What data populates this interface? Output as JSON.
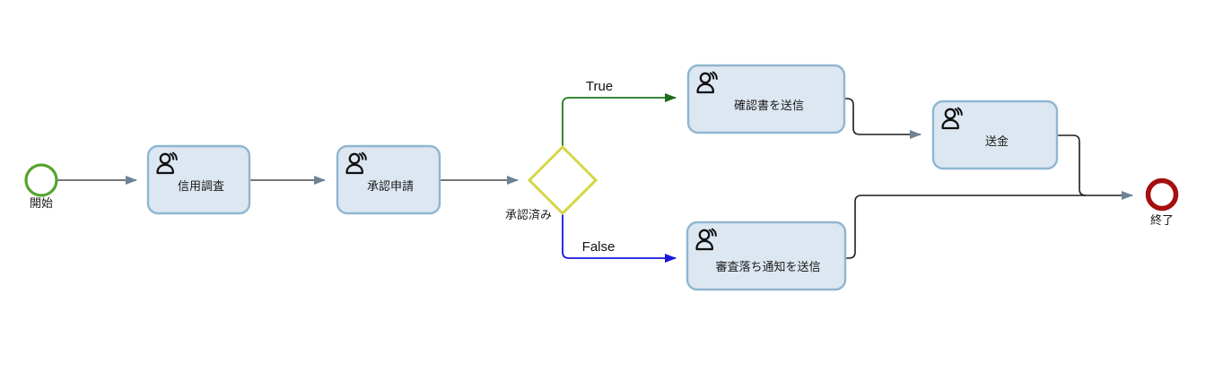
{
  "diagram": {
    "kind": "workflow-flowchart",
    "nodes": {
      "start": {
        "label": "開始",
        "type": "start-event"
      },
      "task_credit_check": {
        "label": "信用調査",
        "type": "user-task"
      },
      "task_approval_request": {
        "label": "承認申請",
        "type": "user-task"
      },
      "gateway_approved": {
        "label": "承認済み",
        "type": "exclusive-gateway"
      },
      "task_send_confirmation": {
        "label": "確認書を送信",
        "type": "user-task"
      },
      "task_remittance": {
        "label": "送金",
        "type": "user-task"
      },
      "task_send_rejection": {
        "label": "審査落ち通知を送信",
        "type": "user-task"
      },
      "end": {
        "label": "終了",
        "type": "end-event"
      }
    },
    "edges": {
      "true_label": "True",
      "false_label": "False"
    },
    "colors": {
      "task_fill": "#dde7f1",
      "task_border": "#8fb6d0",
      "start_event_stroke": "#53a42d",
      "end_event_stroke": "#a50f0f",
      "gateway_stroke": "#d6d648",
      "connector_gray": "#4a4a4a",
      "connector_black": "#1d1d1d",
      "arrowhead_slate": "#6e8296",
      "true_edge": "#1d791d",
      "false_edge": "#1717dd"
    }
  }
}
